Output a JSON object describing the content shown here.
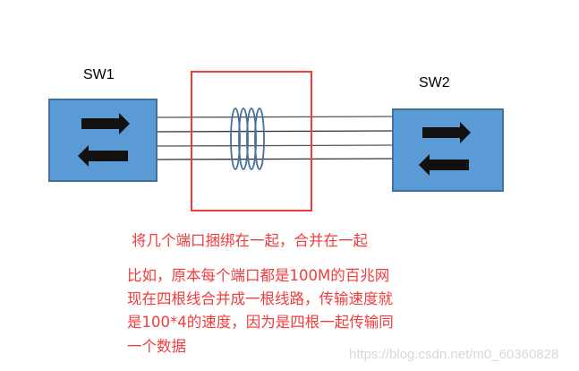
{
  "switches": [
    {
      "label": "SW1"
    },
    {
      "label": "SW2"
    }
  ],
  "colors": {
    "switch_fill": "#5b9bd5",
    "switch_border": "#41719c",
    "highlight_box": "#f23c3c",
    "coil": "#41719c",
    "text": "#f03c3c"
  },
  "annotation": {
    "title": "将几个端口捆绑在一起，合并在一起",
    "lines": [
      "比如，原本每个端口都是100M的百兆网",
      "现在四根线合并成一根线路，传输速度就",
      "是100*4的速度，因为是四根一起传输同",
      "一个数据"
    ]
  },
  "watermark": "https://blog.csdn.net/m0_60360828"
}
